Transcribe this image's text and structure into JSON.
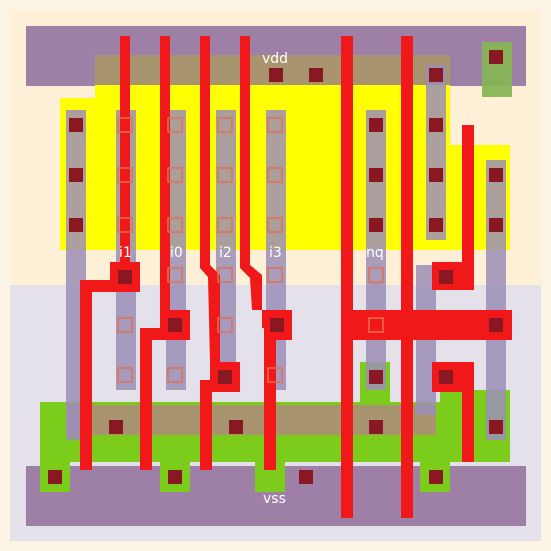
{
  "cell": {
    "labels": {
      "vdd": "vdd",
      "vss": "vss",
      "i1": "i1",
      "i0": "i0",
      "i2": "i2",
      "i3": "i3",
      "nq": "nq"
    }
  },
  "colors": {
    "nwell": "#fdf1d8",
    "pwell": "#e6e3ea",
    "rail": "#9e7fa6",
    "pdiff": "#ffff00",
    "ndiff": "#7ccc1c",
    "diff_overlay": "#a8946e",
    "poly": "#f01818",
    "contact": "#8a1822",
    "via": "#e07050",
    "metal": "#9c8fb8"
  }
}
